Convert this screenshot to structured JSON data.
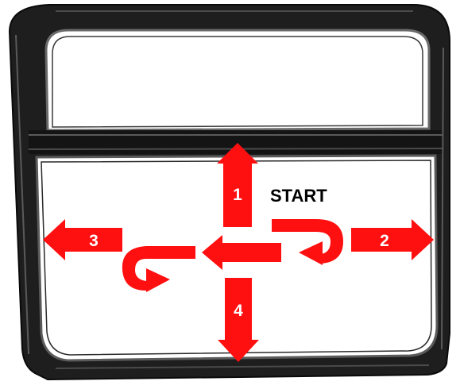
{
  "colors": {
    "arrow": "#ff1010",
    "frame_dark": "#1e1e1e",
    "frame_mid": "#4a4a4a",
    "frame_light": "#8a8a8a",
    "background": "#ffffff",
    "label_text_on_arrow": "#ffffff",
    "start_text": "#000000"
  },
  "diagram": {
    "start_label": "START",
    "steps": [
      {
        "label": "1",
        "direction": "up"
      },
      {
        "label": "2",
        "direction": "right"
      },
      {
        "label": "3",
        "direction": "left"
      },
      {
        "label": "4",
        "direction": "down"
      }
    ],
    "icons": [
      "u-turn-arrow-icon",
      "left-arrow-icon"
    ]
  }
}
